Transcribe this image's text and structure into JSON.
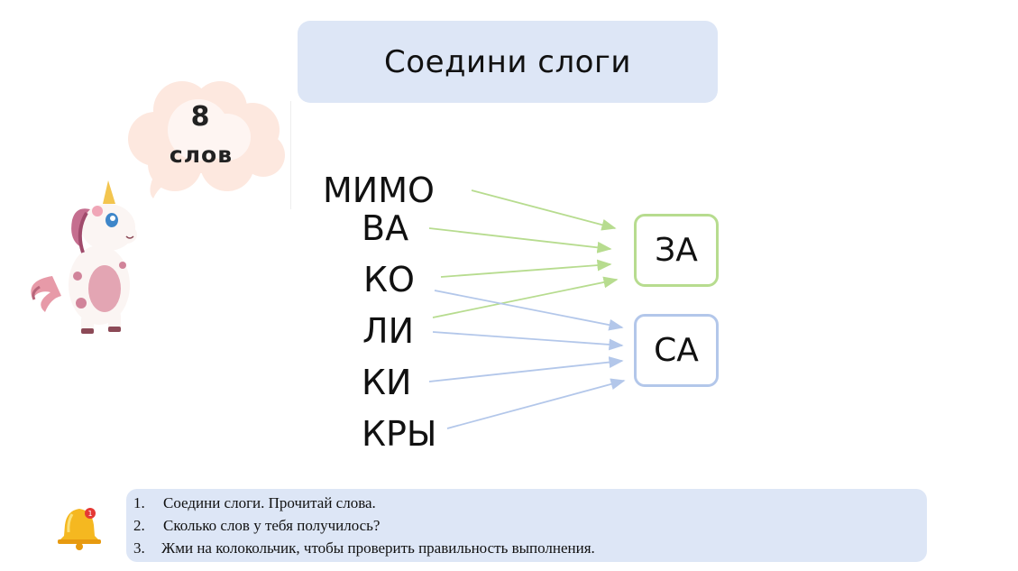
{
  "title": "Соедини слоги",
  "counter": {
    "number": "8",
    "unit": "слов"
  },
  "syllables": [
    {
      "text": "МИМО",
      "group": "ЗА"
    },
    {
      "text": "ВА",
      "group": "ЗА"
    },
    {
      "text": "КО",
      "group": "ЗА, СА"
    },
    {
      "text": "ЛИ",
      "group": "ЗА, СА"
    },
    {
      "text": "КИ",
      "group": "СА"
    },
    {
      "text": "КРЫ",
      "group": "СА"
    }
  ],
  "targets": [
    {
      "text": "ЗА",
      "color": "#b7dc8f"
    },
    {
      "text": "СА",
      "color": "#b3c7ea"
    }
  ],
  "instructions": [
    {
      "num": "1.",
      "text": "Соедини слоги. Прочитай слова."
    },
    {
      "num": "2.",
      "text": "Сколько слов у тебя получилось?"
    },
    {
      "num": "3.",
      "text": "Жми на колокольчик, чтобы проверить правильность выполнения."
    }
  ],
  "bell": {
    "icon": "bell-icon",
    "badge": "1"
  },
  "colors": {
    "title_bg": "#dde6f6",
    "green_arrow": "#b7dc8f",
    "blue_arrow": "#b3c7ea"
  }
}
